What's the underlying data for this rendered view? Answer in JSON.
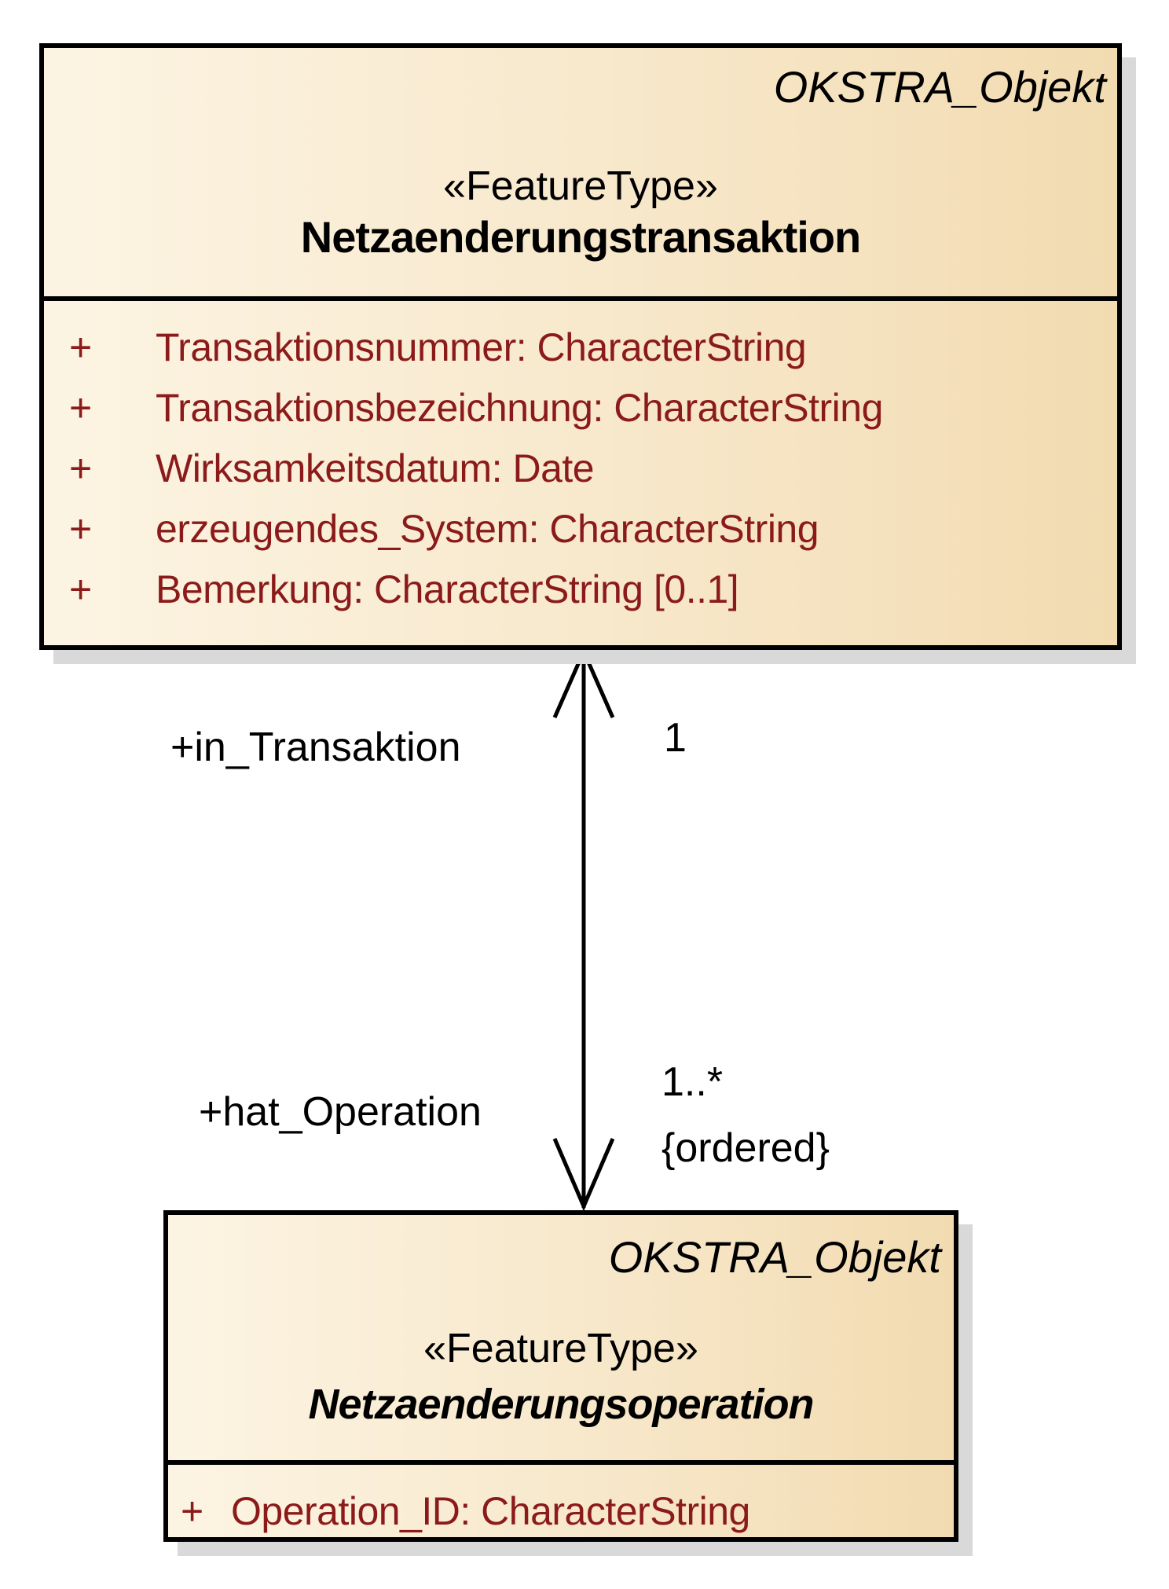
{
  "diagram": {
    "classes": {
      "transaktion": {
        "frame_label": "OKSTRA_Objekt",
        "stereotype": "«FeatureType»",
        "name": "Netzaenderungstransaktion",
        "attributes": [
          {
            "visibility": "+",
            "signature": "Transaktionsnummer: CharacterString"
          },
          {
            "visibility": "+",
            "signature": "Transaktionsbezeichnung: CharacterString"
          },
          {
            "visibility": "+",
            "signature": "Wirksamkeitsdatum: Date"
          },
          {
            "visibility": "+",
            "signature": "erzeugendes_System: CharacterString"
          },
          {
            "visibility": "+",
            "signature": "Bemerkung: CharacterString [0..1]"
          }
        ]
      },
      "operation": {
        "frame_label": "OKSTRA_Objekt",
        "stereotype": "«FeatureType»",
        "name": "Netzaenderungsoperation",
        "attributes": [
          {
            "visibility": "+",
            "signature": "Operation_ID: CharacterString"
          }
        ]
      }
    },
    "association": {
      "source_role": "+in_Transaktion",
      "source_multiplicity": "1",
      "target_role": "+hat_Operation",
      "target_multiplicity": "1..*",
      "target_constraint": "{ordered}"
    },
    "colors": {
      "fill_left": "#fcf4e3",
      "fill_right": "#f2dbb1",
      "border": "#000000",
      "attribute_text": "#8b1b1b",
      "shadow": "#d9d9d9",
      "background": "#ffffff"
    }
  }
}
